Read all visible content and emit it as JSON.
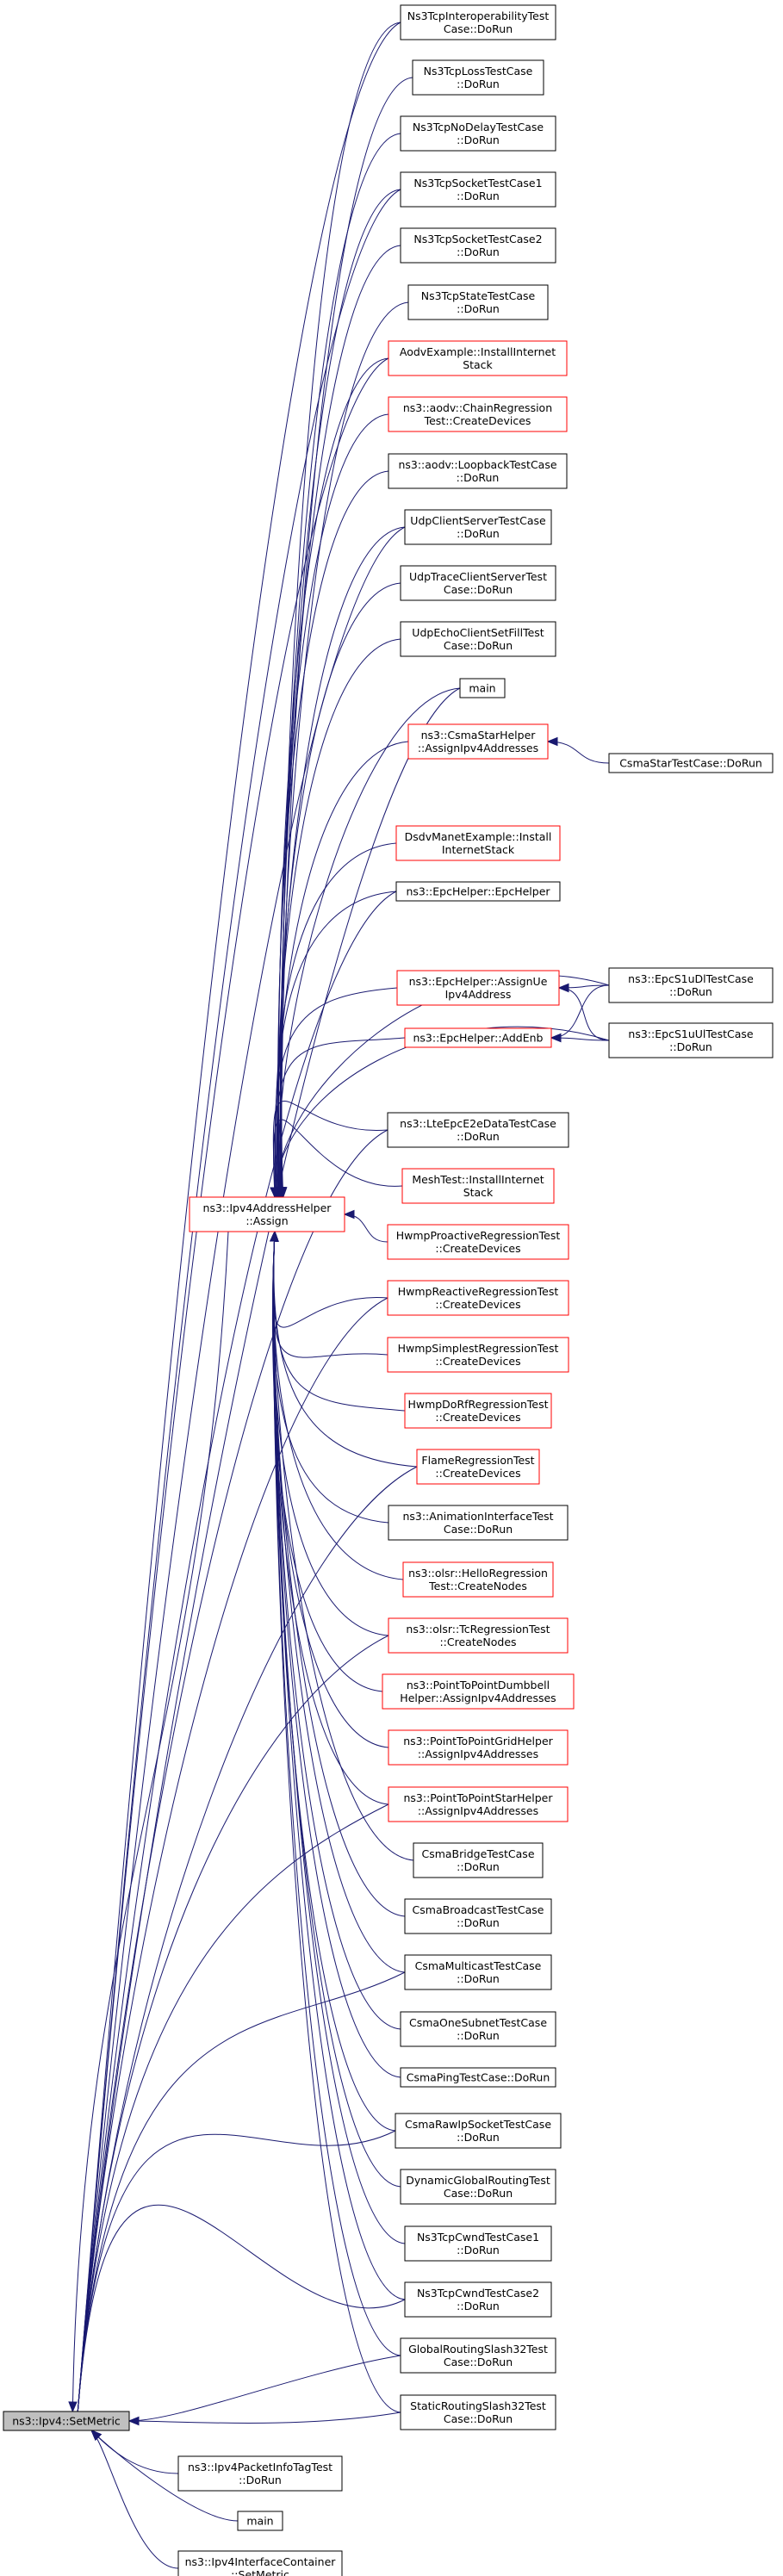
{
  "colors": {
    "black": "#000000",
    "red": "#ff0000",
    "edge": "#191970",
    "root_fill": "#bfbfbf"
  },
  "graph": {
    "nodes": [
      {
        "id": "setmetric",
        "lines": [
          "ns3::Ipv4::SetMetric"
        ],
        "border": "black",
        "fill": "gray"
      },
      {
        "id": "assign",
        "lines": [
          "ns3::Ipv4AddressHelper",
          "::Assign"
        ],
        "border": "red"
      },
      {
        "id": "n1",
        "lines": [
          "Ns3TcpInteroperabilityTest",
          "Case::DoRun"
        ],
        "border": "black"
      },
      {
        "id": "n2",
        "lines": [
          "Ns3TcpLossTestCase",
          "::DoRun"
        ],
        "border": "black"
      },
      {
        "id": "n3",
        "lines": [
          "Ns3TcpNoDelayTestCase",
          "::DoRun"
        ],
        "border": "black"
      },
      {
        "id": "n4",
        "lines": [
          "Ns3TcpSocketTestCase1",
          "::DoRun"
        ],
        "border": "black"
      },
      {
        "id": "n5",
        "lines": [
          "Ns3TcpSocketTestCase2",
          "::DoRun"
        ],
        "border": "black"
      },
      {
        "id": "n6",
        "lines": [
          "Ns3TcpStateTestCase",
          "::DoRun"
        ],
        "border": "black"
      },
      {
        "id": "n7",
        "lines": [
          "AodvExample::InstallInternet",
          "Stack"
        ],
        "border": "red"
      },
      {
        "id": "n8",
        "lines": [
          "ns3::aodv::ChainRegression",
          "Test::CreateDevices"
        ],
        "border": "red"
      },
      {
        "id": "n9",
        "lines": [
          "ns3::aodv::LoopbackTestCase",
          "::DoRun"
        ],
        "border": "black"
      },
      {
        "id": "n10",
        "lines": [
          "UdpClientServerTestCase",
          "::DoRun"
        ],
        "border": "black"
      },
      {
        "id": "n11",
        "lines": [
          "UdpTraceClientServerTest",
          "Case::DoRun"
        ],
        "border": "black"
      },
      {
        "id": "n12",
        "lines": [
          "UdpEchoClientSetFillTest",
          "Case::DoRun"
        ],
        "border": "black"
      },
      {
        "id": "n13",
        "lines": [
          "main"
        ],
        "border": "black"
      },
      {
        "id": "n14",
        "lines": [
          "ns3::CsmaStarHelper",
          "::AssignIpv4Addresses"
        ],
        "border": "red"
      },
      {
        "id": "csmastar",
        "lines": [
          "CsmaStarTestCase::DoRun"
        ],
        "border": "black"
      },
      {
        "id": "n15",
        "lines": [
          "DsdvManetExample::Install",
          "InternetStack"
        ],
        "border": "red"
      },
      {
        "id": "n16",
        "lines": [
          "ns3::EpcHelper::EpcHelper"
        ],
        "border": "black"
      },
      {
        "id": "n17",
        "lines": [
          "ns3::EpcHelper::AssignUe",
          "Ipv4Address"
        ],
        "border": "red"
      },
      {
        "id": "epcdl",
        "lines": [
          "ns3::EpcS1uDlTestCase",
          "::DoRun"
        ],
        "border": "black"
      },
      {
        "id": "n18",
        "lines": [
          "ns3::EpcHelper::AddEnb"
        ],
        "border": "red"
      },
      {
        "id": "epcul",
        "lines": [
          "ns3::EpcS1uUlTestCase",
          "::DoRun"
        ],
        "border": "black"
      },
      {
        "id": "n19",
        "lines": [
          "ns3::LteEpcE2eDataTestCase",
          "::DoRun"
        ],
        "border": "black"
      },
      {
        "id": "n20",
        "lines": [
          "MeshTest::InstallInternet",
          "Stack"
        ],
        "border": "red"
      },
      {
        "id": "n21",
        "lines": [
          "HwmpProactiveRegressionTest",
          "::CreateDevices"
        ],
        "border": "red"
      },
      {
        "id": "n22",
        "lines": [
          "HwmpReactiveRegressionTest",
          "::CreateDevices"
        ],
        "border": "red"
      },
      {
        "id": "n23",
        "lines": [
          "HwmpSimplestRegressionTest",
          "::CreateDevices"
        ],
        "border": "red"
      },
      {
        "id": "n24",
        "lines": [
          "HwmpDoRfRegressionTest",
          "::CreateDevices"
        ],
        "border": "red"
      },
      {
        "id": "n25",
        "lines": [
          "FlameRegressionTest",
          "::CreateDevices"
        ],
        "border": "red"
      },
      {
        "id": "n26",
        "lines": [
          "ns3::AnimationInterfaceTest",
          "Case::DoRun"
        ],
        "border": "black"
      },
      {
        "id": "n27",
        "lines": [
          "ns3::olsr::HelloRegression",
          "Test::CreateNodes"
        ],
        "border": "red"
      },
      {
        "id": "n28",
        "lines": [
          "ns3::olsr::TcRegressionTest",
          "::CreateNodes"
        ],
        "border": "red"
      },
      {
        "id": "n29",
        "lines": [
          "ns3::PointToPointDumbbell",
          "Helper::AssignIpv4Addresses"
        ],
        "border": "red"
      },
      {
        "id": "n30",
        "lines": [
          "ns3::PointToPointGridHelper",
          "::AssignIpv4Addresses"
        ],
        "border": "red"
      },
      {
        "id": "n31",
        "lines": [
          "ns3::PointToPointStarHelper",
          "::AssignIpv4Addresses"
        ],
        "border": "red"
      },
      {
        "id": "n32",
        "lines": [
          "CsmaBridgeTestCase",
          "::DoRun"
        ],
        "border": "black"
      },
      {
        "id": "n33",
        "lines": [
          "CsmaBroadcastTestCase",
          "::DoRun"
        ],
        "border": "black"
      },
      {
        "id": "n34",
        "lines": [
          "CsmaMulticastTestCase",
          "::DoRun"
        ],
        "border": "black"
      },
      {
        "id": "n35",
        "lines": [
          "CsmaOneSubnetTestCase",
          "::DoRun"
        ],
        "border": "black"
      },
      {
        "id": "n36",
        "lines": [
          "CsmaPingTestCase::DoRun"
        ],
        "border": "black"
      },
      {
        "id": "n37",
        "lines": [
          "CsmaRawIpSocketTestCase",
          "::DoRun"
        ],
        "border": "black"
      },
      {
        "id": "n38",
        "lines": [
          "DynamicGlobalRoutingTest",
          "Case::DoRun"
        ],
        "border": "black"
      },
      {
        "id": "n39",
        "lines": [
          "Ns3TcpCwndTestCase1",
          "::DoRun"
        ],
        "border": "black"
      },
      {
        "id": "n40",
        "lines": [
          "Ns3TcpCwndTestCase2",
          "::DoRun"
        ],
        "border": "black"
      },
      {
        "id": "gr32",
        "lines": [
          "GlobalRoutingSlash32Test",
          "Case::DoRun"
        ],
        "border": "black"
      },
      {
        "id": "sr32",
        "lines": [
          "StaticRoutingSlash32Test",
          "Case::DoRun"
        ],
        "border": "black"
      },
      {
        "id": "pkt",
        "lines": [
          "ns3::Ipv4PacketInfoTagTest",
          "::DoRun"
        ],
        "border": "black"
      },
      {
        "id": "main2",
        "lines": [
          "main"
        ],
        "border": "black"
      },
      {
        "id": "ifc",
        "lines": [
          "ns3::Ipv4InterfaceContainer",
          "::SetMetric"
        ],
        "border": "black"
      }
    ]
  }
}
